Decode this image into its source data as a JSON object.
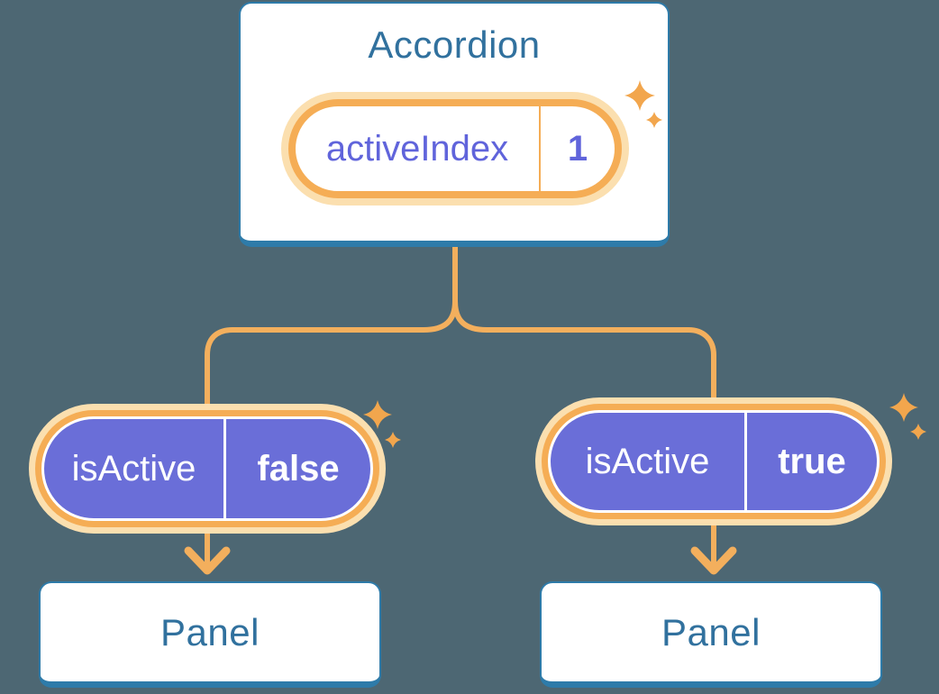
{
  "colors": {
    "bg": "#4D6773",
    "cardBg": "#FFFFFF",
    "cardBorder": "#2E7BA9",
    "headingText": "#31719E",
    "purple": "#6A6ED8",
    "purpleText": "#6064DB",
    "orange": "#F5AD55",
    "halo": "#FBDFAF",
    "sparkle": "#F2A64D",
    "lineOrange": "#F3AF5D",
    "white": "#FFFFFF"
  },
  "accordion": {
    "title": "Accordion",
    "state_pill": {
      "label": "activeIndex",
      "value": "1"
    }
  },
  "props": [
    {
      "label": "isActive",
      "value": "false"
    },
    {
      "label": "isActive",
      "value": "true"
    }
  ],
  "panels": [
    {
      "title": "Panel"
    },
    {
      "title": "Panel"
    }
  ],
  "icons": {
    "sparkle": "four-point-star",
    "arrow": "chevron-down-arrow"
  }
}
